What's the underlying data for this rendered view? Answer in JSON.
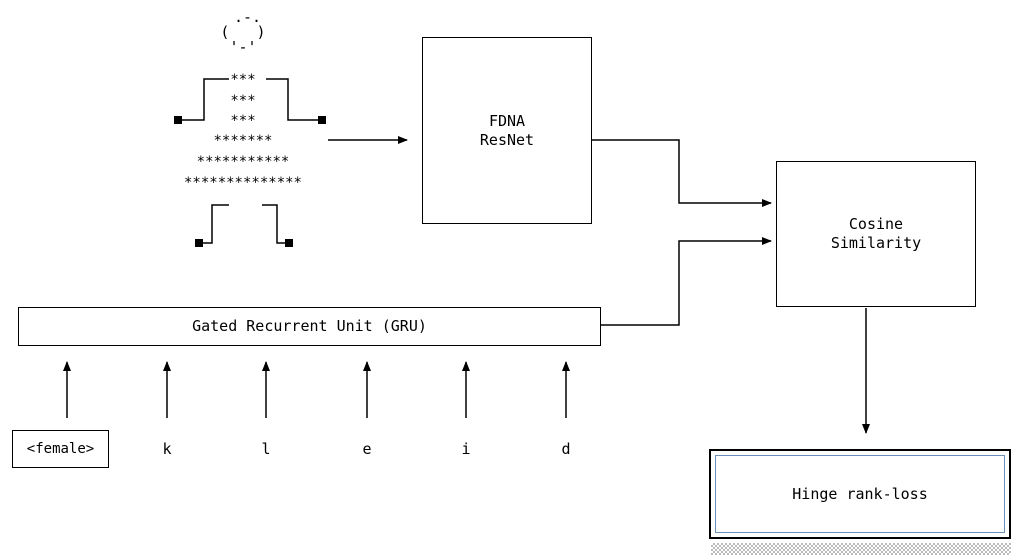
{
  "figure": {
    "head_ascii": " .-.\n(   )\n '-' ",
    "body_rows": [
      "***",
      "***",
      "***",
      "*******",
      "***********",
      "**************"
    ]
  },
  "resnet_box": {
    "label": "FDNA\nResNet"
  },
  "cosine_box": {
    "label": "Cosine\nSimilarity"
  },
  "gru_box": {
    "label": "Gated Recurrent Unit (GRU)"
  },
  "hinge_box": {
    "label": "Hinge rank-loss"
  },
  "tokens": [
    "<female>",
    "k",
    "l",
    "e",
    "i",
    "d"
  ]
}
